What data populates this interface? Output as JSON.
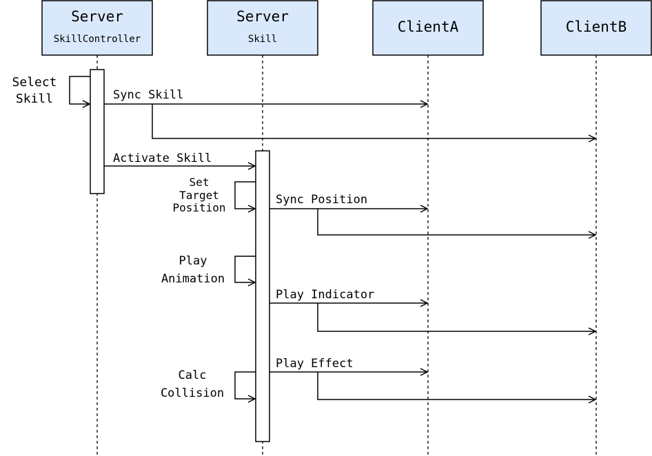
{
  "colors": {
    "header_fill": "#dae8fc",
    "stroke": "#000000",
    "background": "#ffffff"
  },
  "participants": [
    {
      "title": "Server",
      "subtitle": "SkillController"
    },
    {
      "title": "Server",
      "subtitle": "Skill"
    },
    {
      "title": "ClientA",
      "subtitle": ""
    },
    {
      "title": "ClientB",
      "subtitle": ""
    }
  ],
  "messages": {
    "select_skill": [
      "Select",
      "Skill"
    ],
    "sync_skill": "Sync Skill",
    "activate_skill": "Activate Skill",
    "set_target_position": [
      "Set",
      "Target",
      "Position"
    ],
    "sync_position": "Sync Position",
    "play_animation": [
      "Play",
      "Animation"
    ],
    "play_indicator": "Play Indicator",
    "play_effect": "Play Effect",
    "calc_collision": [
      "Calc",
      "Collision"
    ]
  }
}
